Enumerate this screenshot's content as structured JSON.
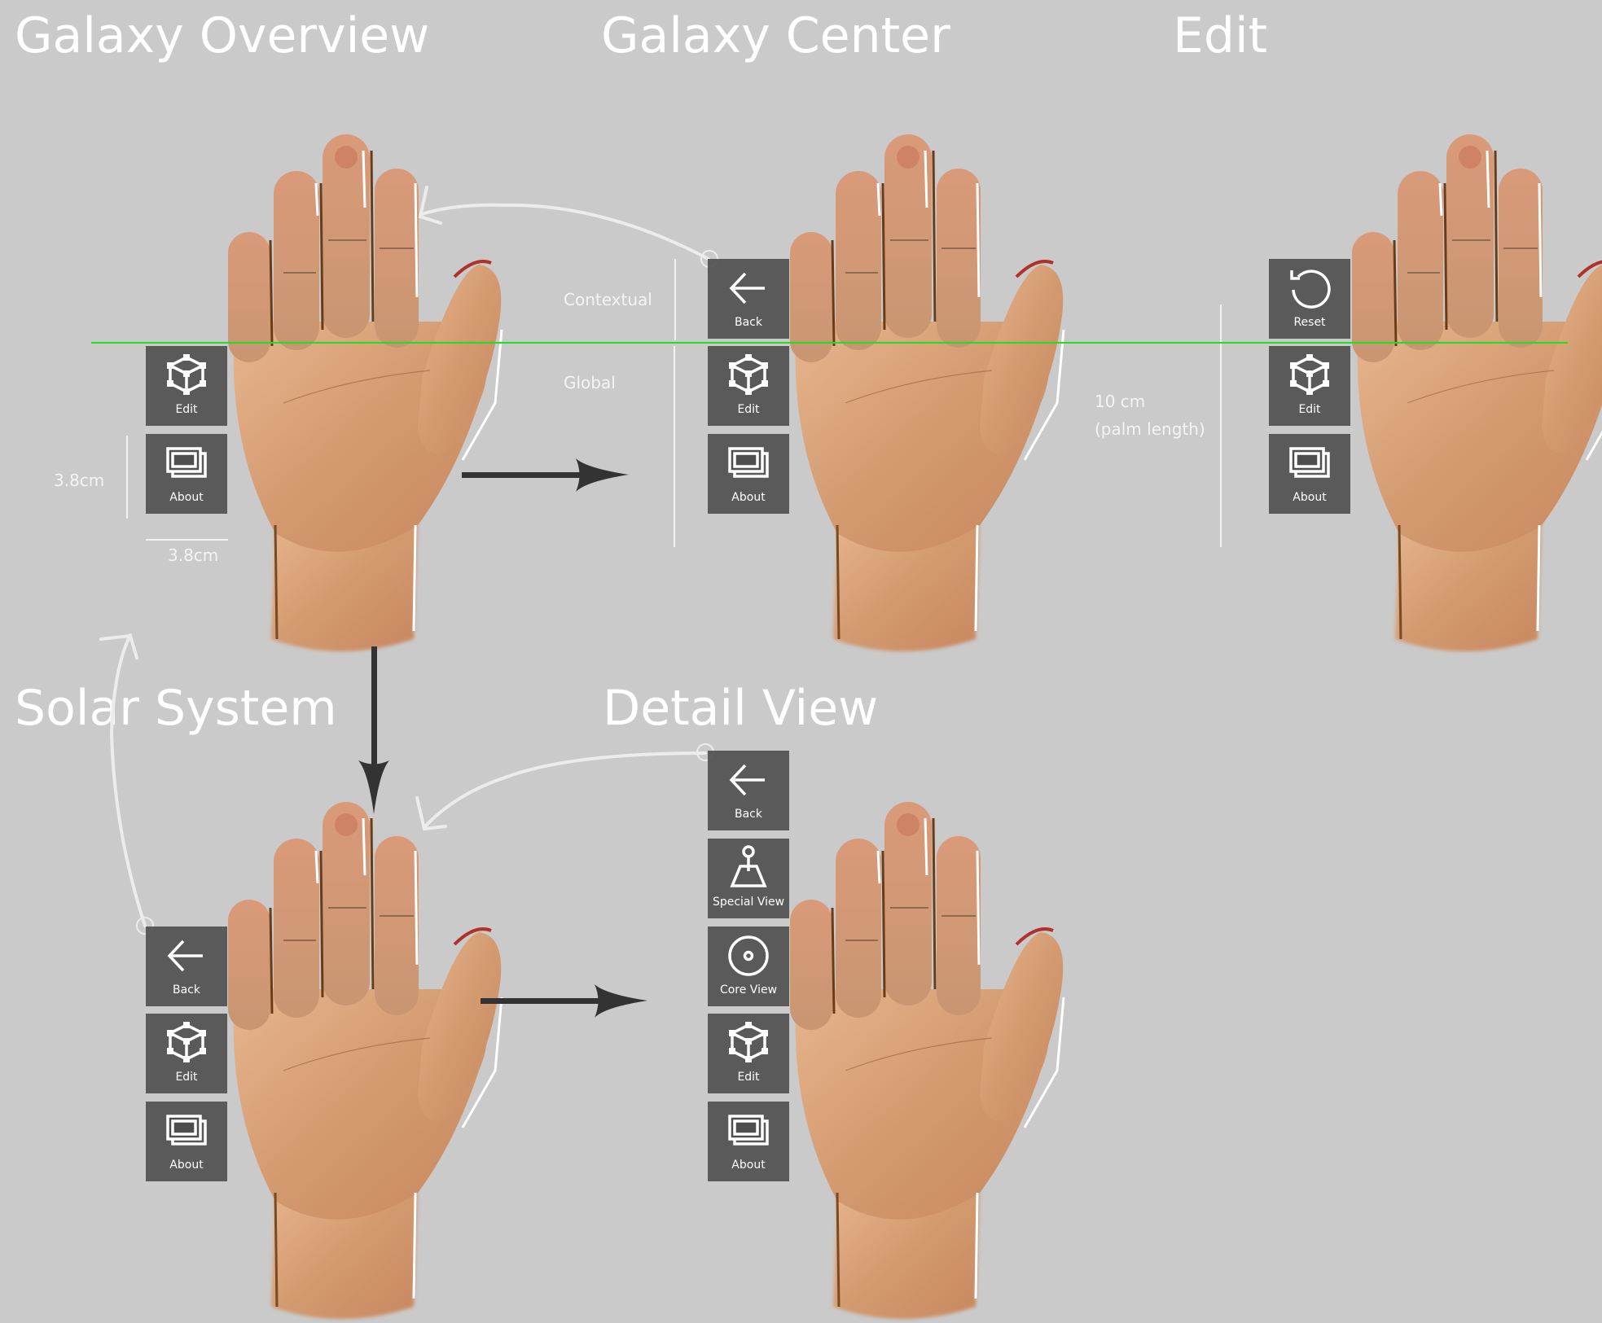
{
  "titles": {
    "galaxy_overview": "Galaxy Overview",
    "galaxy_center": "Galaxy Center",
    "edit": "Edit",
    "solar_system": "Solar System",
    "detail_view": "Detail View"
  },
  "annotations": {
    "height_measure": "3.8cm",
    "width_measure": "3.8cm",
    "contextual": "Contextual",
    "global": "Global",
    "palm_length_value": "10 cm",
    "palm_length_label": "(palm length)"
  },
  "colors": {
    "background": "#cacaca",
    "button_bg": "#4e4e4e",
    "guide_line": "#22dd22",
    "arrow": "#333333",
    "connector": "#ececec"
  },
  "panels": {
    "galaxy_overview": {
      "buttons": [
        {
          "icon": "cube-edit-icon",
          "label": "Edit"
        },
        {
          "icon": "windows-about-icon",
          "label": "About"
        }
      ]
    },
    "galaxy_center": {
      "buttons": [
        {
          "icon": "back-arrow-icon",
          "label": "Back"
        },
        {
          "icon": "cube-edit-icon",
          "label": "Edit"
        },
        {
          "icon": "windows-about-icon",
          "label": "About"
        }
      ]
    },
    "edit": {
      "buttons": [
        {
          "icon": "reset-icon",
          "label": "Reset"
        },
        {
          "icon": "cube-edit-icon",
          "label": "Edit"
        },
        {
          "icon": "windows-about-icon",
          "label": "About"
        }
      ]
    },
    "solar_system": {
      "buttons": [
        {
          "icon": "back-arrow-icon",
          "label": "Back"
        },
        {
          "icon": "cube-edit-icon",
          "label": "Edit"
        },
        {
          "icon": "windows-about-icon",
          "label": "About"
        }
      ]
    },
    "detail_view": {
      "buttons": [
        {
          "icon": "back-arrow-icon",
          "label": "Back"
        },
        {
          "icon": "special-view-icon",
          "label": "Special View"
        },
        {
          "icon": "core-view-icon",
          "label": "Core View"
        },
        {
          "icon": "cube-edit-icon",
          "label": "Edit"
        },
        {
          "icon": "windows-about-icon",
          "label": "About"
        }
      ]
    }
  }
}
